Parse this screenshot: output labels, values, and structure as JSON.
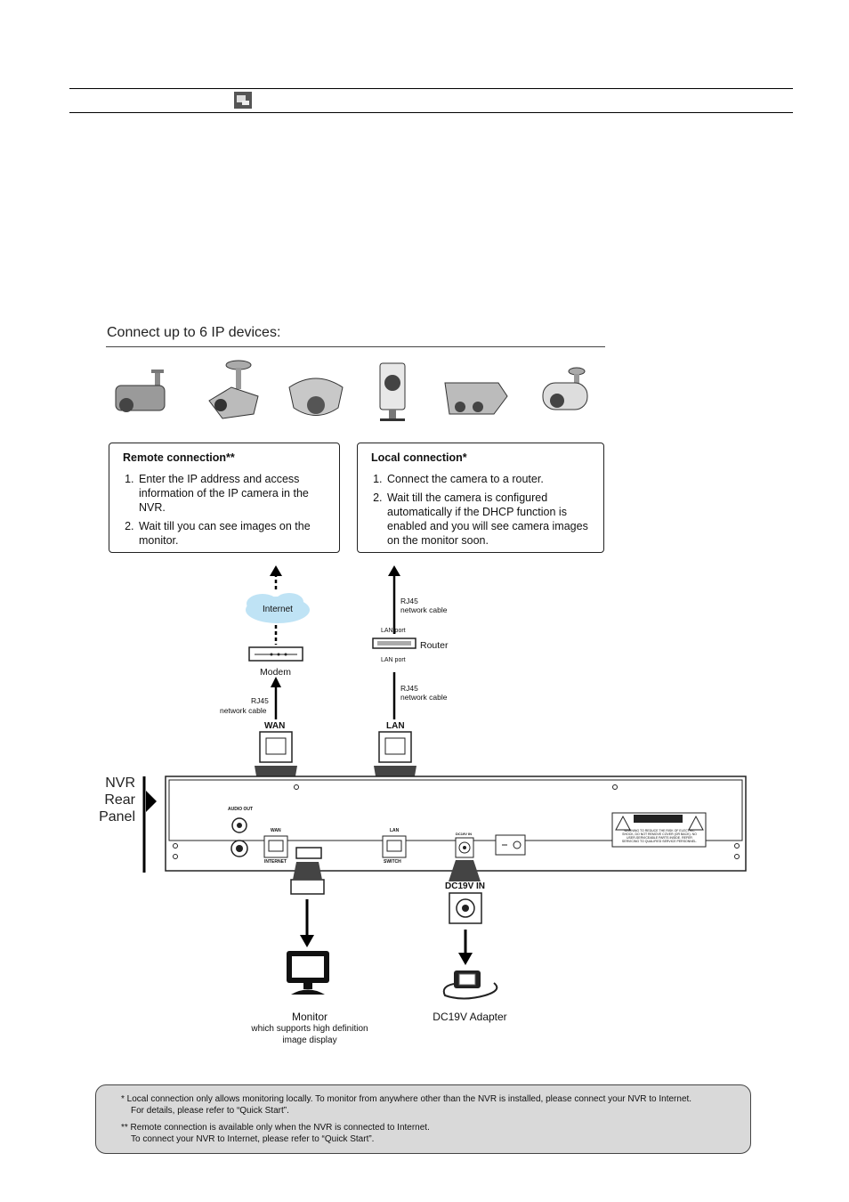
{
  "header": {
    "icon": "computer-icon"
  },
  "section": {
    "title": "Connect up to 6 IP devices:"
  },
  "cameras": [
    "bullet-camera-icon",
    "ceiling-dome-camera-icon",
    "dome-camera-icon",
    "cube-camera-icon",
    "wall-camera-icon",
    "bullet-camera-icon"
  ],
  "remote_box": {
    "title": "Remote connection**",
    "steps": [
      "Enter the IP address and access information of the IP camera in the NVR.",
      "Wait till you can see images on the monitor."
    ]
  },
  "local_box": {
    "title": "Local connection*",
    "steps": [
      "Connect the camera to a router.",
      "Wait till the camera is configured automatically if the DHCP function is enabled and you will see camera images on the monitor soon."
    ]
  },
  "labels": {
    "internet": "Internet",
    "modem": "Modem",
    "router": "Router",
    "lan_port_top": "LAN port",
    "lan_port_bottom": "LAN port",
    "rj45_a": "RJ45",
    "cable_a": "network cable",
    "rj45_b": "RJ45",
    "cable_b": "network cable",
    "rj45_c": "RJ45",
    "cable_c": "network cable",
    "wan": "WAN",
    "lan": "LAN",
    "nvr_rear_panel": [
      "NVR",
      "Rear",
      "Panel"
    ],
    "audio_out": "AUDIO OUT",
    "panel_wan": "WAN",
    "panel_internet": "INTERNET",
    "panel_lan": "LAN",
    "panel_switch": "SWITCH",
    "panel_dc": "DC19V IN",
    "dc_in": "DC19V IN",
    "warning_line1": "WARNING",
    "warning_line2": "TO REDUCE THE RISK OF ELECTRIC",
    "warning_line3": "SHOCK, DO NOT REMOVE COVER (OR BACK). NO",
    "warning_line4": "USER-SERVICEABLE PARTS INSIDE. REFER",
    "warning_line5": "SERVICING TO QUALIFIED SERVICE PERSONNEL.",
    "monitor": "Monitor",
    "monitor_desc1": "which supports high definition",
    "monitor_desc2": "image display",
    "adapter": "DC19V Adapter"
  },
  "notes": [
    "*  Local connection only allows monitoring locally. To monitor from anywhere other than the NVR is installed, please connect your NVR to Internet.",
    "For details, please refer to “Quick Start”.",
    "** Remote connection is available only when the NVR is connected to Internet.",
    "To connect your NVR to Internet, please refer to “Quick Start”."
  ],
  "colors": {
    "cloud": "#bfe3f5",
    "note_bg": "#d9d9d9",
    "funnel": "#444444"
  }
}
